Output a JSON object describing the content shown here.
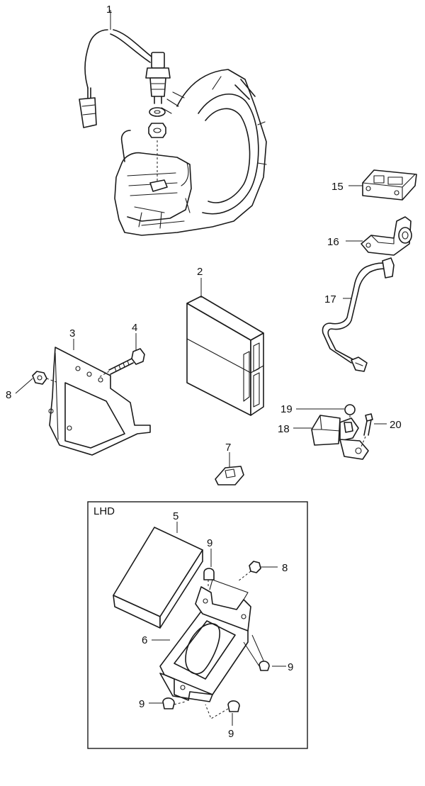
{
  "diagram": {
    "callouts": [
      {
        "id": "1",
        "label": "1"
      },
      {
        "id": "2",
        "label": "2"
      },
      {
        "id": "3",
        "label": "3"
      },
      {
        "id": "4",
        "label": "4"
      },
      {
        "id": "5",
        "label": "5"
      },
      {
        "id": "6",
        "label": "6"
      },
      {
        "id": "7",
        "label": "7"
      },
      {
        "id": "8a",
        "label": "8"
      },
      {
        "id": "8b",
        "label": "8"
      },
      {
        "id": "9a",
        "label": "9"
      },
      {
        "id": "9b",
        "label": "9"
      },
      {
        "id": "9c",
        "label": "9"
      },
      {
        "id": "9d",
        "label": "9"
      },
      {
        "id": "15",
        "label": "15"
      },
      {
        "id": "16",
        "label": "16"
      },
      {
        "id": "17",
        "label": "17"
      },
      {
        "id": "18",
        "label": "18"
      },
      {
        "id": "19",
        "label": "19"
      },
      {
        "id": "20",
        "label": "20"
      }
    ],
    "inset_label": "LHD"
  }
}
